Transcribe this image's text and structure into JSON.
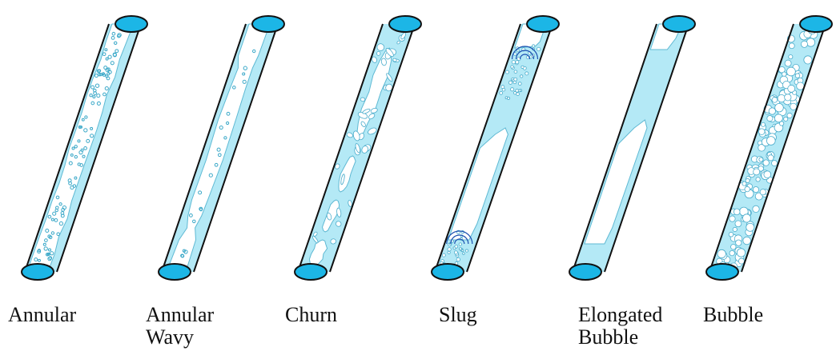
{
  "colors": {
    "liquid": "#b4e9f6",
    "pipe_end": "#1cb6e6",
    "outline": "#111111",
    "gas": "#ffffff",
    "vortex_arrow": "#1a4fb0"
  },
  "regimes": [
    {
      "name": "annular",
      "label_lines": [
        "Annular"
      ]
    },
    {
      "name": "annular-wavy",
      "label_lines": [
        "Annular",
        "Wavy"
      ]
    },
    {
      "name": "churn",
      "label_lines": [
        "Churn"
      ]
    },
    {
      "name": "slug",
      "label_lines": [
        "Slug"
      ]
    },
    {
      "name": "elongated-bubble",
      "label_lines": [
        "Elongated",
        "Bubble"
      ]
    },
    {
      "name": "bubble",
      "label_lines": [
        "Bubble"
      ]
    }
  ]
}
